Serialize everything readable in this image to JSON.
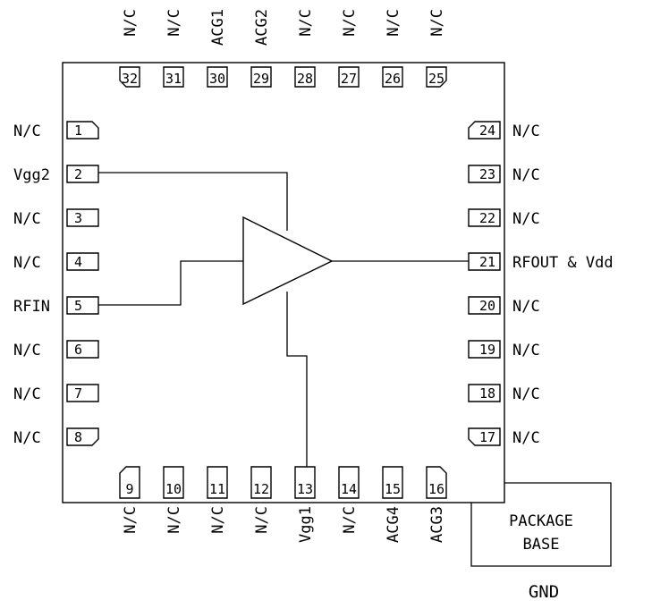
{
  "pins": {
    "left": [
      {
        "num": "1",
        "label": "N/C",
        "chamfer": "right-top"
      },
      {
        "num": "2",
        "label": "Vgg2"
      },
      {
        "num": "3",
        "label": "N/C"
      },
      {
        "num": "4",
        "label": "N/C"
      },
      {
        "num": "5",
        "label": "RFIN"
      },
      {
        "num": "6",
        "label": "N/C"
      },
      {
        "num": "7",
        "label": "N/C"
      },
      {
        "num": "8",
        "label": "N/C",
        "chamfer": "right-bottom"
      }
    ],
    "right": [
      {
        "num": "24",
        "label": "N/C",
        "chamfer": "left-top"
      },
      {
        "num": "23",
        "label": "N/C"
      },
      {
        "num": "22",
        "label": "N/C"
      },
      {
        "num": "21",
        "label": "RFOUT & Vdd"
      },
      {
        "num": "20",
        "label": "N/C"
      },
      {
        "num": "19",
        "label": "N/C"
      },
      {
        "num": "18",
        "label": "N/C"
      },
      {
        "num": "17",
        "label": "N/C",
        "chamfer": "left-bottom"
      }
    ],
    "top": [
      {
        "num": "32",
        "label": "N/C",
        "chamfer": "bottom-left"
      },
      {
        "num": "31",
        "label": "N/C"
      },
      {
        "num": "30",
        "label": "ACG1"
      },
      {
        "num": "29",
        "label": "ACG2"
      },
      {
        "num": "28",
        "label": "N/C"
      },
      {
        "num": "27",
        "label": "N/C"
      },
      {
        "num": "26",
        "label": "N/C"
      },
      {
        "num": "25",
        "label": "N/C",
        "chamfer": "bottom-right"
      }
    ],
    "bottom": [
      {
        "num": "9",
        "label": "N/C",
        "chamfer": "top-left"
      },
      {
        "num": "10",
        "label": "N/C"
      },
      {
        "num": "11",
        "label": "N/C"
      },
      {
        "num": "12",
        "label": "N/C"
      },
      {
        "num": "13",
        "label": "Vgg1"
      },
      {
        "num": "14",
        "label": "N/C"
      },
      {
        "num": "15",
        "label": "ACG4"
      },
      {
        "num": "16",
        "label": "ACG3",
        "chamfer": "top-right"
      }
    ]
  },
  "package_base": {
    "line1": "PACKAGE",
    "line2": "BASE"
  },
  "ground_label": "GND"
}
